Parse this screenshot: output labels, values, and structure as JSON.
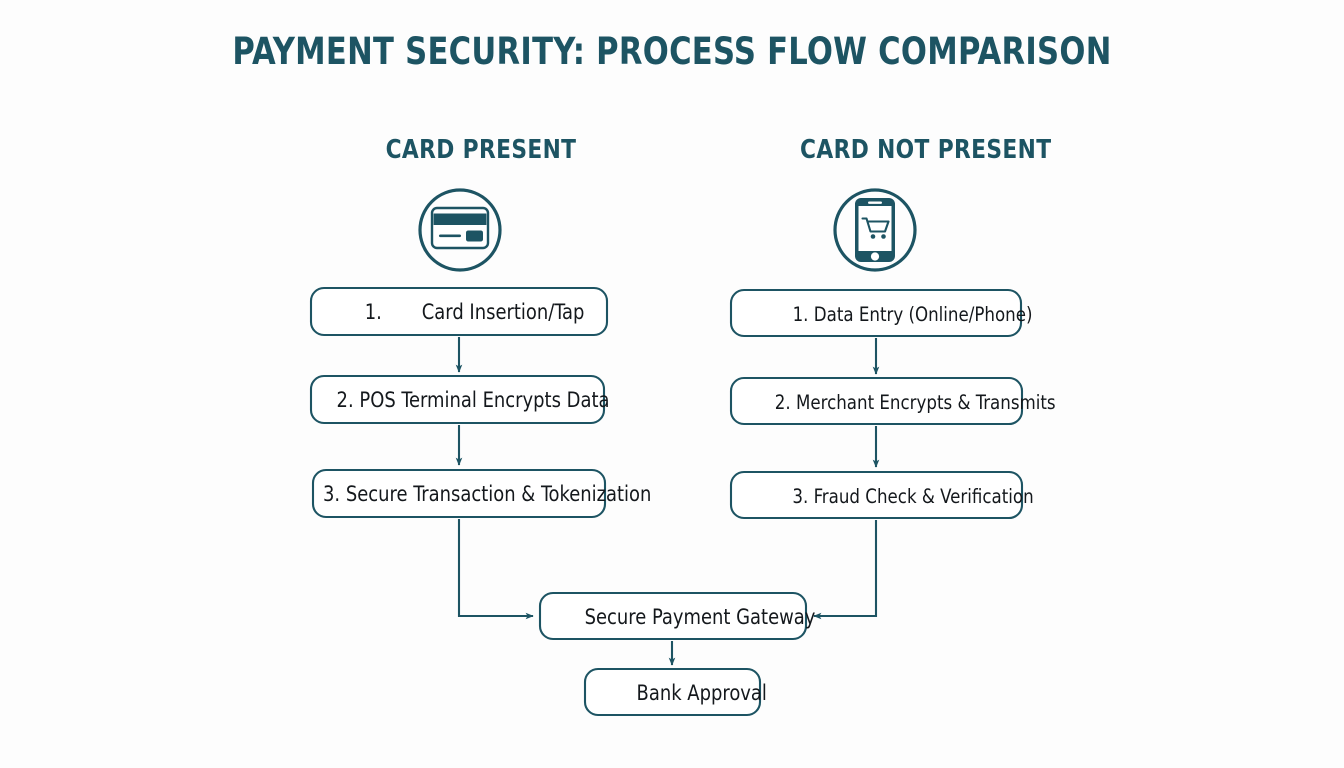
{
  "page": {
    "title": "PAYMENT SECURITY: PROCESS FLOW COMPARISON",
    "background_color": "#fdfdfd",
    "accent_color": "#1d5463",
    "text_color": "#14181c",
    "box_border_color": "#1d5463",
    "box_fill_color": "#ffffff"
  },
  "columns": {
    "left": {
      "heading": "CARD PRESENT",
      "icon": "credit-card-icon",
      "steps": [
        {
          "number": "1.",
          "label": "Card Insertion/Tap"
        },
        {
          "number": "2.",
          "label": "POS Terminal Encrypts Data"
        },
        {
          "number": "3.",
          "label": "Secure Transaction & Tokenization"
        }
      ]
    },
    "right": {
      "heading": "CARD NOT PRESENT",
      "icon": "mobile-shopping-cart-icon",
      "steps": [
        {
          "number": "1.",
          "label": "Data Entry (Online/Phone)"
        },
        {
          "number": "2.",
          "label": "Merchant Encrypts & Transmits"
        },
        {
          "number": "3.",
          "label": "Fraud Check & Verification"
        }
      ]
    }
  },
  "shared": {
    "gateway": "Secure Payment Gateway",
    "approval": "Bank Approval"
  },
  "connectors": {
    "left_step1_to_step2": "arrow-down",
    "left_step2_to_step3": "arrow-down",
    "right_step1_to_step2": "arrow-down",
    "right_step2_to_step3": "arrow-down",
    "left_step3_to_gateway": "elbow-arrow-right",
    "right_step3_to_gateway": "elbow-arrow-left",
    "gateway_to_approval": "arrow-down"
  }
}
